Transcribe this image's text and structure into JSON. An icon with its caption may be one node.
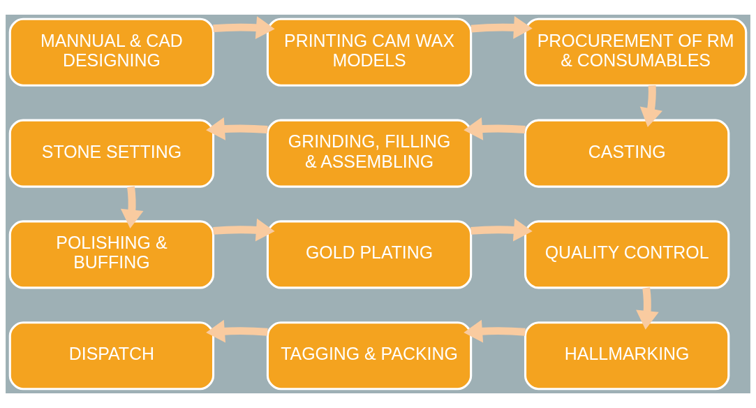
{
  "diagram": {
    "nodes": [
      {
        "text": [
          "MANNUAL & CAD DESIGNING"
        ]
      },
      {
        "text": [
          "PRINTING CAM WAX MODELS"
        ]
      },
      {
        "text": [
          "PROCUREMENT OF RM & CONSUMABLES"
        ]
      },
      {
        "text": [
          "STONE SETTING"
        ]
      },
      {
        "text": [
          "GRINDING, FILLING & ASSEMBLING"
        ]
      },
      {
        "text": [
          "CASTING"
        ]
      },
      {
        "text": [
          "POLISHING & BUFFING"
        ]
      },
      {
        "text": [
          "GOLD PLATING"
        ]
      },
      {
        "text": [
          "QUALITY CONTROL"
        ]
      },
      {
        "text": [
          "DISPATCH"
        ]
      },
      {
        "text": [
          "TAGGING & PACKING"
        ]
      },
      {
        "text": [
          "HALLMARKING"
        ]
      }
    ],
    "edges": [
      {
        "from": 0,
        "to": 1,
        "arrow": "to"
      },
      {
        "from": 1,
        "to": 2,
        "arrow": "to"
      },
      {
        "from": 2,
        "to": 5,
        "arrow": "to"
      },
      {
        "from": 5,
        "to": 4,
        "arrow": "to"
      },
      {
        "from": 4,
        "to": 3,
        "arrow": "to"
      },
      {
        "from": 3,
        "to": 6,
        "arrow": "to"
      },
      {
        "from": 6,
        "to": 7,
        "arrow": "to"
      },
      {
        "from": 7,
        "to": 8,
        "arrow": "to"
      },
      {
        "from": 8,
        "to": 11,
        "arrow": "to"
      },
      {
        "from": 11,
        "to": 10,
        "arrow": "to"
      },
      {
        "from": 10,
        "to": 9,
        "arrow": "to"
      }
    ]
  }
}
